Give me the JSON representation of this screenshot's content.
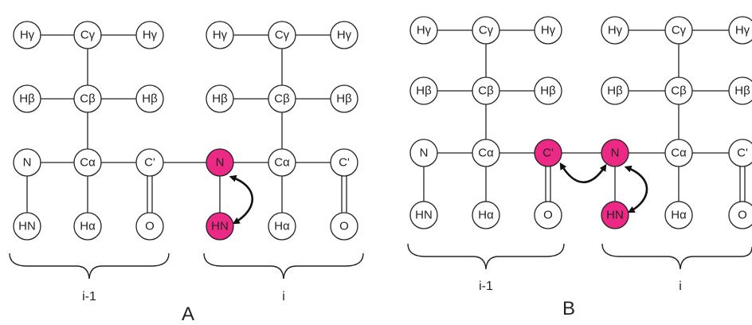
{
  "colors": {
    "highlight": "#ec2a86",
    "line": "#222222"
  },
  "atoms": {
    "hg": "Hγ",
    "cg": "Cγ",
    "hb": "Hβ",
    "cb": "Cβ",
    "n": "N",
    "ca": "Cα",
    "c": "C'",
    "hn": "HN",
    "ha": "Hα",
    "o": "O"
  },
  "panels": [
    {
      "label": "A",
      "residues": [
        {
          "label": "i-1"
        },
        {
          "label": "i"
        }
      ]
    },
    {
      "label": "B",
      "residues": [
        {
          "label": "i-1"
        },
        {
          "label": "i"
        }
      ]
    }
  ]
}
